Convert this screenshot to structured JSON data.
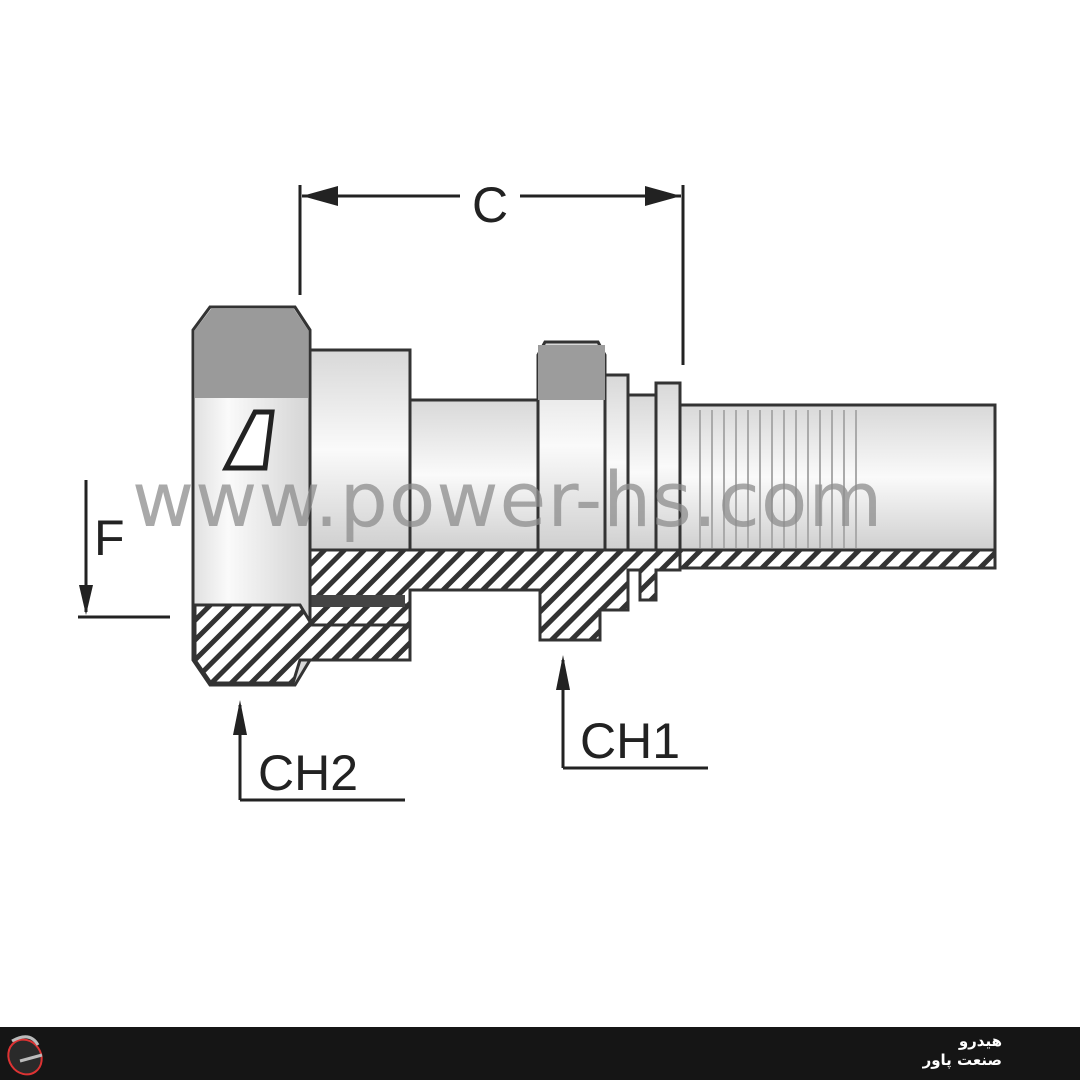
{
  "diagram": {
    "dimension_c": "C",
    "dimension_f": "F",
    "label_ch1": "CH1",
    "label_ch2": "CH2"
  },
  "watermark": "www.power-hs.com",
  "footer": {
    "brand_line1": "هیدرو",
    "brand_line2": "صنعت پاور"
  }
}
